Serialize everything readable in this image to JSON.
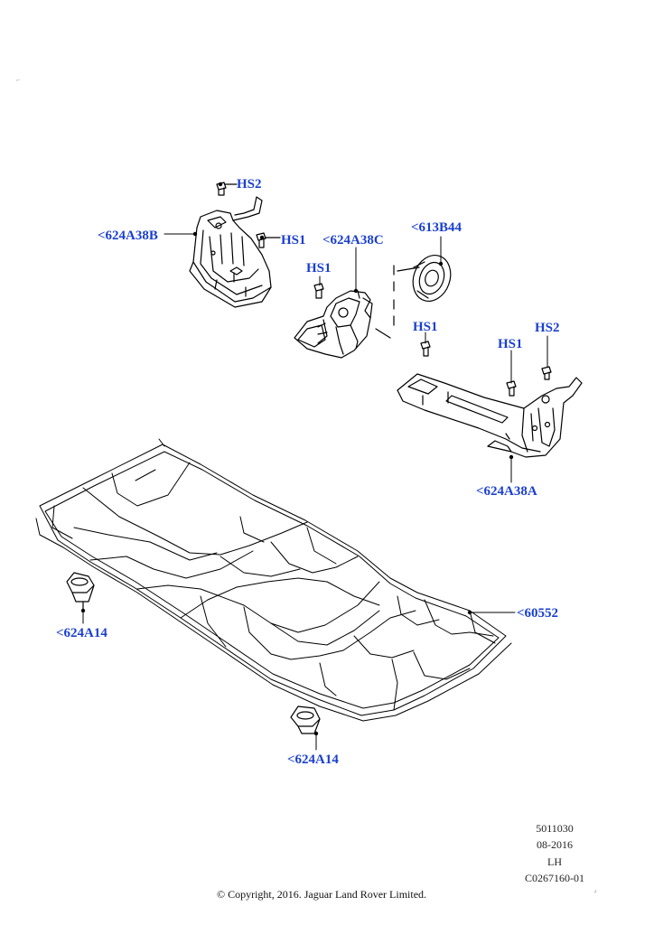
{
  "callouts": {
    "hs2_top": "HS2",
    "p624a38b": "<624A38B",
    "hs1_left": "HS1",
    "p624a38c": "<624A38C",
    "p613b44": "<613B44",
    "hs1_mid": "HS1",
    "hs1_center": "HS1",
    "hs1_right": "HS1",
    "hs2_right": "HS2",
    "p624a38a": "<624A38A",
    "p60552": "<60552",
    "p624a14_left": "<624A14",
    "p624a14_bottom": "<624A14"
  },
  "meta": {
    "number": "5011030",
    "date": "08-2016",
    "side": "LH",
    "code": "C0267160-01"
  },
  "copyright": "© Copyright, 2016. Jaguar Land Rover Limited.",
  "colors": {
    "callout": "#1a3fd0",
    "line": "#000000"
  }
}
